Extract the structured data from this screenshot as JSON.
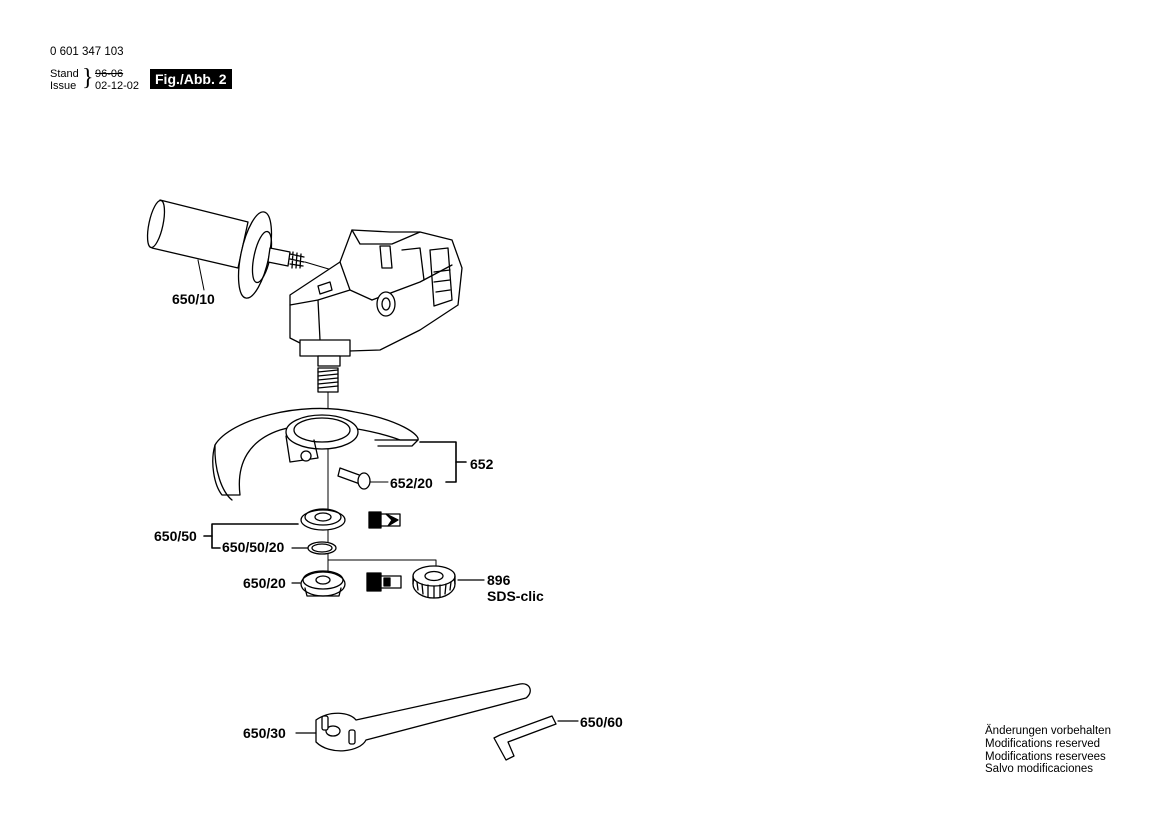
{
  "header": {
    "document_number": "0 601 347 103",
    "stand_label": "Stand",
    "issue_label": "Issue",
    "stand_value": "96-06",
    "issue_value": "02-12-02",
    "figure_label": "Fig./Abb. 2"
  },
  "parts": {
    "handle": "650/10",
    "guard": "652",
    "guard_screw": "652/20",
    "flange_set": "650/50",
    "o_ring": "650/50/20",
    "clamp_nut": "650/20",
    "sds_nut_number": "896",
    "sds_nut_name": "SDS-clic",
    "spanner": "650/30",
    "hex_key": "650/60"
  },
  "notes": {
    "de": "Änderungen vorbehalten",
    "en": "Modifications reserved",
    "fr": "Modifications reservees",
    "es": "Salvo modificaciones"
  }
}
